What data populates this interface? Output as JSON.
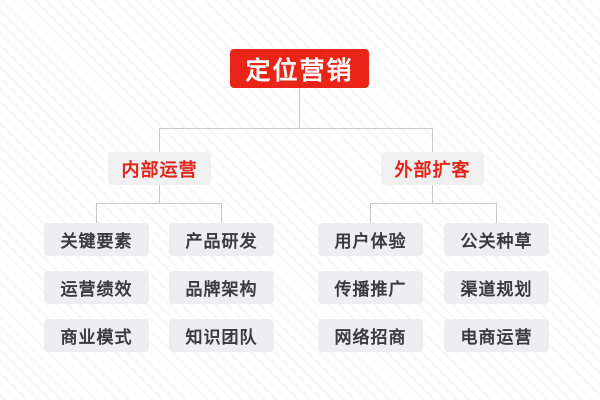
{
  "diagram": {
    "type": "organization-tree",
    "title": "定位营销",
    "background_color": "#fdfdfe",
    "stripe_color": "#f1f3f6",
    "connector_color": "#c6c8ca",
    "root": {
      "label": "定位营销",
      "background_color": "#ea2418",
      "text_color": "#ffffff"
    },
    "branches": [
      {
        "label": "内部运营",
        "background_color": "#f0f0f1",
        "text_color": "#e1251b",
        "columns": [
          {
            "items": [
              "关键要素",
              "运营绩效",
              "商业模式"
            ]
          },
          {
            "items": [
              "产品研发",
              "品牌架构",
              "知识团队"
            ]
          }
        ]
      },
      {
        "label": "外部扩客",
        "background_color": "#f0f0f1",
        "text_color": "#e1251b",
        "columns": [
          {
            "items": [
              "用户体验",
              "传播推广",
              "网络招商"
            ]
          },
          {
            "items": [
              "公关种草",
              "渠道规划",
              "电商运营"
            ]
          }
        ]
      }
    ],
    "leaf_style": {
      "background_color": "#eeeef0",
      "text_color": "#3b3b3d"
    }
  }
}
